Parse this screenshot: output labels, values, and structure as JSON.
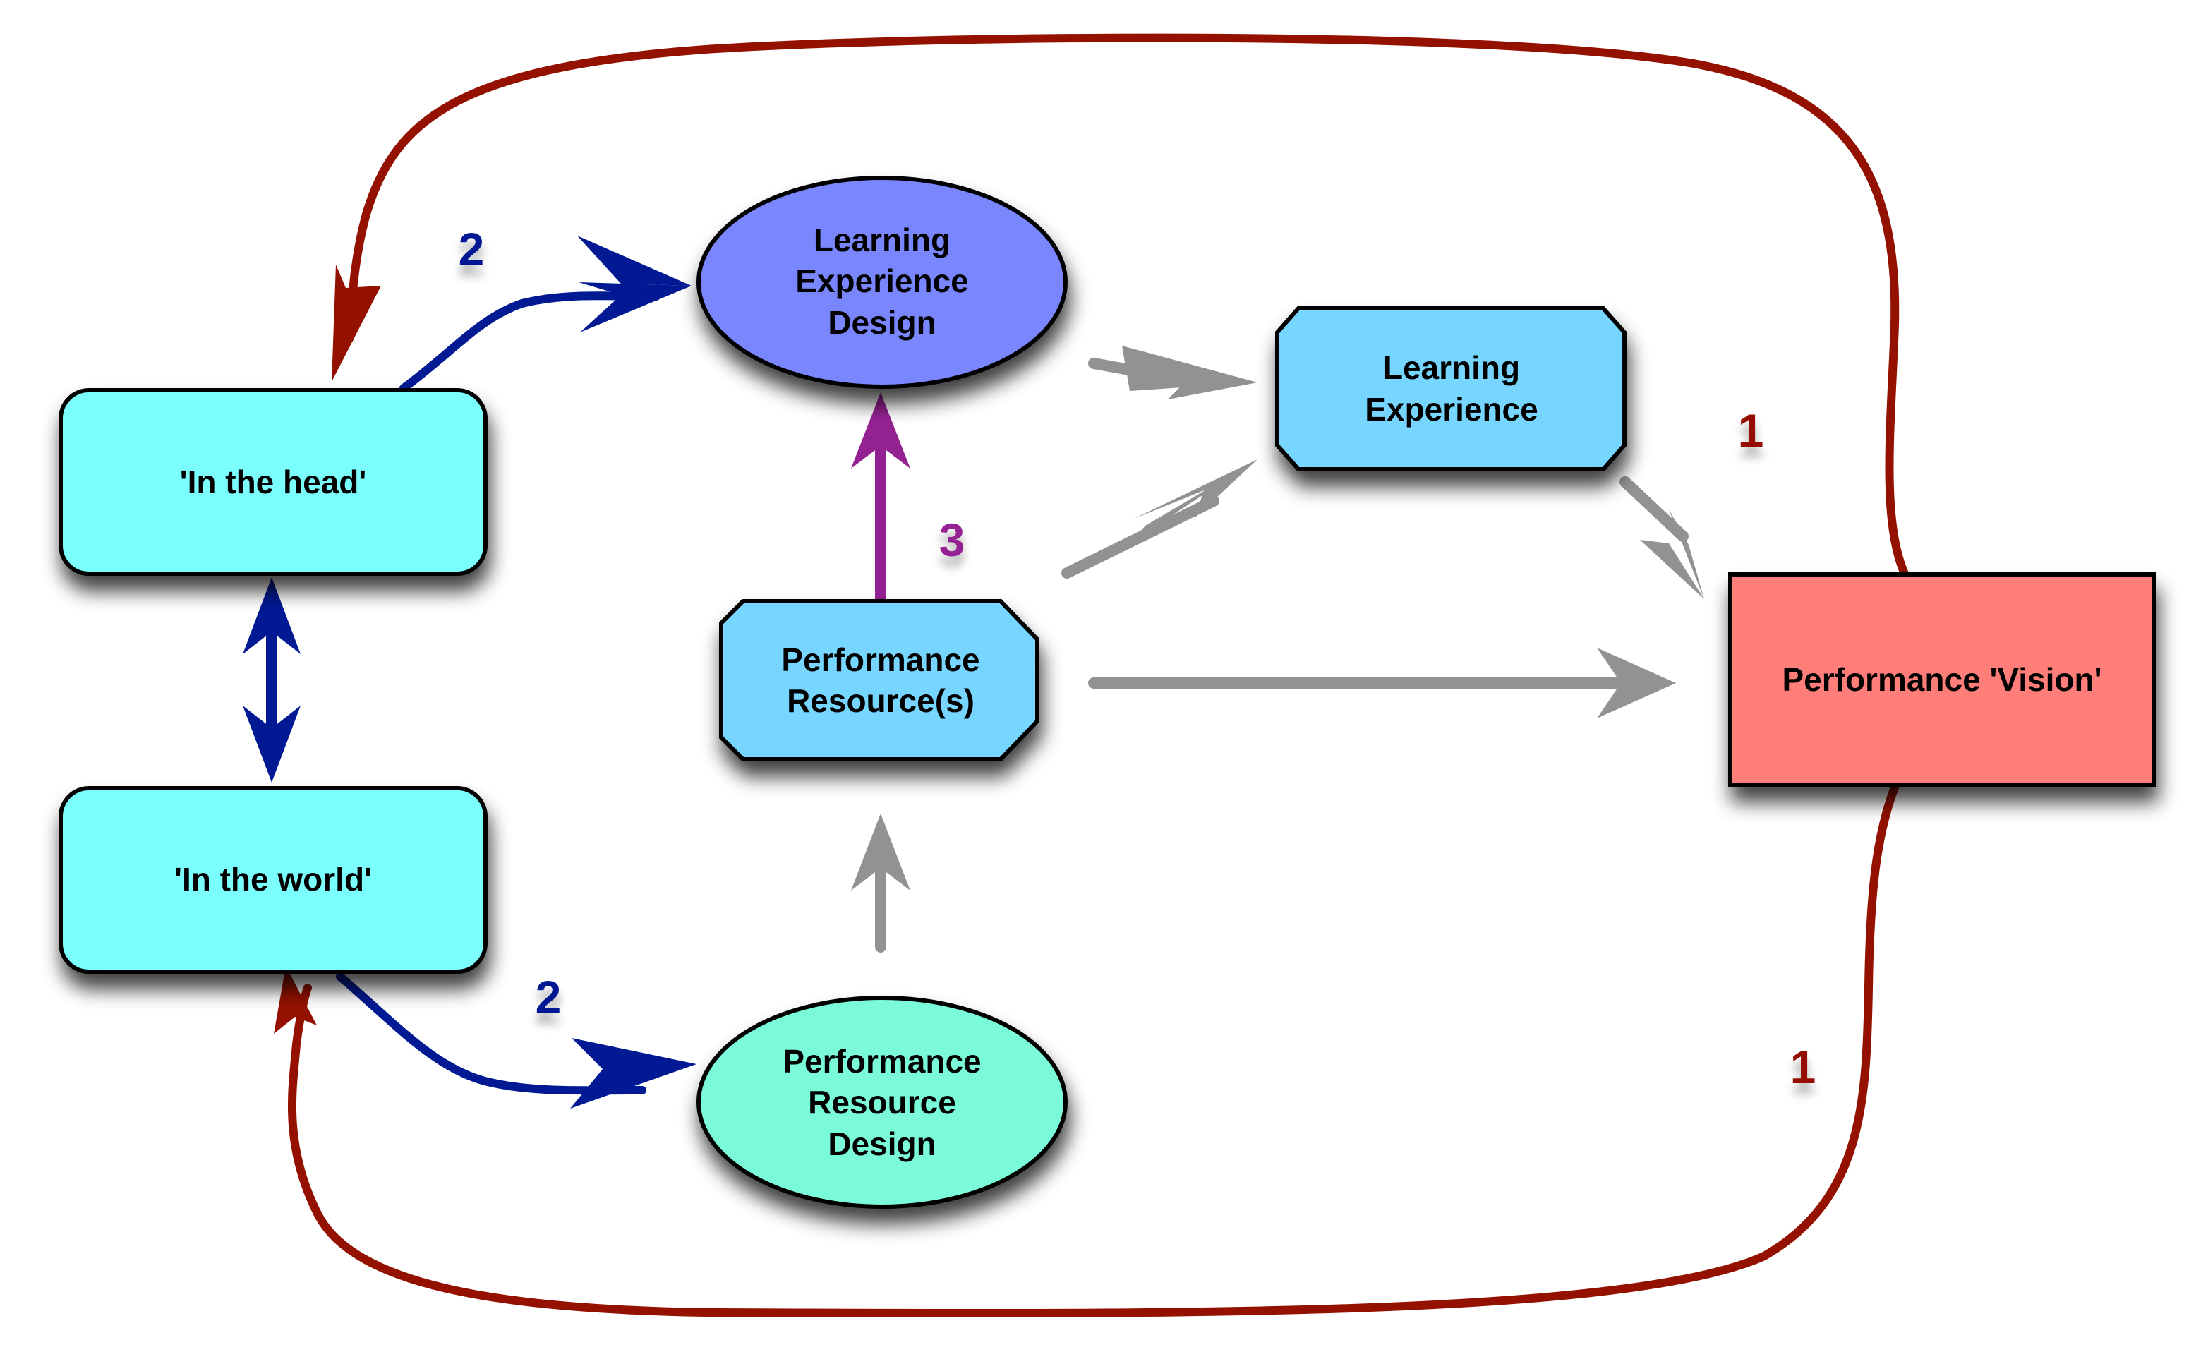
{
  "diagram": {
    "colors": {
      "feedback_red": "#941100",
      "design_blue": "#011993",
      "resource_purple": "#942192",
      "flow_gray": "#929292",
      "in_head_fill": "#7AFEFE",
      "in_world_fill": "#7AFEFE",
      "led_fill": "#7A86FE",
      "prd_fill": "#7AFAD8",
      "octagon_fill": "#76D6FF",
      "vision_fill": "#FF7E79"
    },
    "nodes": {
      "in_head": {
        "label": "'In the head'"
      },
      "in_world": {
        "label": "'In the world'"
      },
      "learning_experience_design": {
        "lines": [
          "Learning",
          "Experience",
          "Design"
        ]
      },
      "performance_resource_design": {
        "lines": [
          "Performance",
          "Resource",
          "Design"
        ]
      },
      "learning_experience": {
        "lines": [
          "Learning",
          "Experience"
        ]
      },
      "performance_resources": {
        "lines": [
          "Performance",
          "Resource(s)"
        ]
      },
      "performance_vision": {
        "label": "Performance 'Vision'"
      }
    },
    "labels": {
      "step2_top": "2",
      "step2_bottom": "2",
      "step3": "3",
      "step1_top": "1",
      "step1_bottom": "1"
    },
    "edges": [
      {
        "from": "performance_vision",
        "to": "in_head",
        "color_key": "feedback_red",
        "step": "1"
      },
      {
        "from": "performance_vision",
        "to": "in_world",
        "color_key": "feedback_red",
        "step": "1"
      },
      {
        "from": "in_head",
        "to": "learning_experience_design",
        "color_key": "design_blue",
        "step": "2"
      },
      {
        "from": "in_world",
        "to": "performance_resource_design",
        "color_key": "design_blue",
        "step": "2"
      },
      {
        "from": "in_head",
        "to": "in_world",
        "color_key": "design_blue",
        "bidirectional": true
      },
      {
        "from": "performance_resources",
        "to": "learning_experience_design",
        "color_key": "resource_purple",
        "step": "3"
      },
      {
        "from": "learning_experience_design",
        "to": "learning_experience",
        "color_key": "flow_gray"
      },
      {
        "from": "performance_resources",
        "to": "learning_experience",
        "color_key": "flow_gray"
      },
      {
        "from": "learning_experience",
        "to": "performance_vision",
        "color_key": "flow_gray"
      },
      {
        "from": "performance_resources",
        "to": "performance_vision",
        "color_key": "flow_gray"
      },
      {
        "from": "performance_resource_design",
        "to": "performance_resources",
        "color_key": "flow_gray"
      }
    ]
  }
}
